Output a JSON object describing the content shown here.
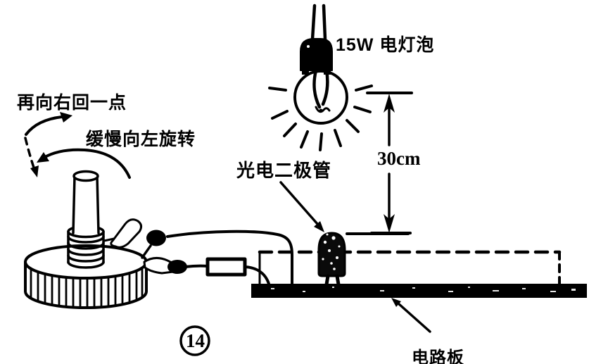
{
  "colors": {
    "ink": "#000000",
    "background": "#ffffff"
  },
  "labels": {
    "bulb": "15W 电灯泡",
    "rotate_back_right": "再向右回一点",
    "rotate_left_slow": "缓慢向左旋转",
    "photodiode": "光电二极管",
    "distance": "30cm",
    "circuit_board": "电路板",
    "figure_number": "14"
  }
}
